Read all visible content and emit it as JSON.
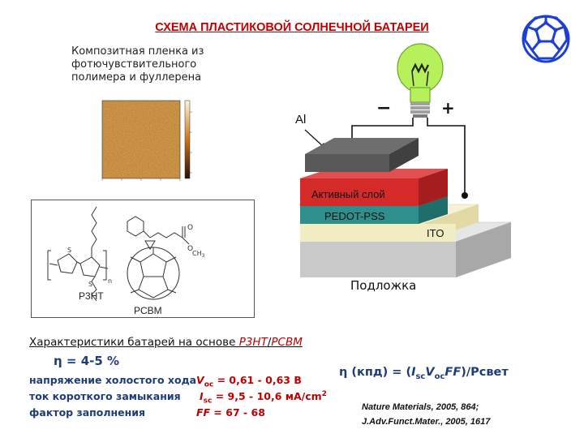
{
  "title": "СХЕМА ПЛАСТИКОВОЙ СОЛНЕЧНОЙ БАТАРЕИ",
  "film_caption": [
    "Композитная пленка из",
    "фотючувствительного",
    "полимера  и фуллерена"
  ],
  "molecule_labels": {
    "p3ht": "P3HT",
    "pcbm": "PCBM",
    "carbonyl_o": "O",
    "ester_o": "O",
    "methyl": "CH",
    "methyl_sub": "3",
    "s1": "S",
    "s2": "S",
    "n": "n"
  },
  "device": {
    "electrode_label": "Al",
    "minus": "−",
    "plus": "+",
    "layers": {
      "active": "Активный слой",
      "pedot": "PEDOT-PSS",
      "ito": "ITO"
    },
    "substrate": "Подложка",
    "colors": {
      "al": "#595959",
      "active": "#d42a2a",
      "pedot": "#2f8f8c",
      "ito": "#f2ecc3",
      "substrate": "#c9c9c9",
      "bulb": "#b6f05a"
    }
  },
  "characteristics": {
    "title_prefix": "Характеристики батарей на основе ",
    "title_p3ht": "P3HT",
    "title_sep": "/",
    "title_pcbm": "PCBM",
    "efficiency": "η  = 4-5 %",
    "rows": [
      {
        "label": "напряжение холостого хода",
        "sym": "V",
        "sub": "oc",
        "value": " = 0,61 - 0,63 В"
      },
      {
        "label": "ток короткого замыкания",
        "sym": "I",
        "sub": "sc",
        "value": " = 9,5 - 10,6 мА/cm",
        "sup": "2"
      },
      {
        "label": "фактор заполнения",
        "sym": "FF",
        "sub": "",
        "value": " =  67 - 68"
      }
    ]
  },
  "formula": {
    "lhs": "η  (кпд) = (",
    "i": "I",
    "i_sub": "sc",
    "v": "V",
    "v_sub": "oc",
    "ff": "FF",
    "rhs": ")/Pсвет"
  },
  "references": [
    {
      "journal": "Nature Materials",
      "rest": ", 2005, 864;"
    },
    {
      "journal": "J.Adv.Funct.Mater.",
      "rest": ", 2005, 1617"
    }
  ]
}
